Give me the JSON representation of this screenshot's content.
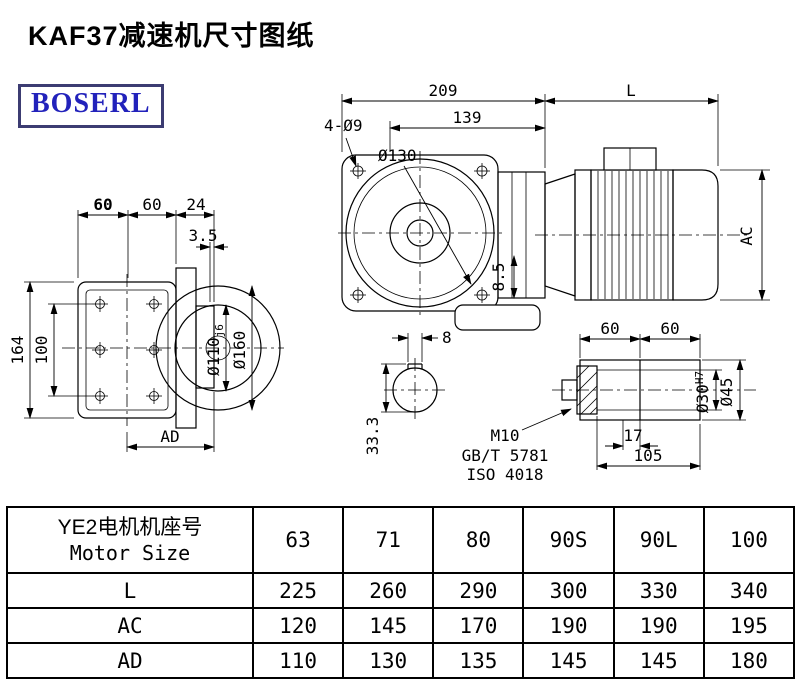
{
  "page": {
    "title": "KAF37减速机尺寸图纸",
    "brand": "BOSERL"
  },
  "colors": {
    "brand_text": "#2222bb",
    "brand_border": "#3c3c72",
    "line": "#000000"
  },
  "front_view": {
    "dim_total_length": "209",
    "dim_flange_to_motor": "139",
    "dim_motor_length": "L",
    "dim_motor_diameter": "AC",
    "label_bolt_holes": "4-Ø9",
    "label_bolt_circle": "Ø130",
    "dim_foot": "8.5"
  },
  "side_view": {
    "dim_top_left": "60",
    "dim_top_mid": "60",
    "dim_top_right": "24",
    "dim_lip": "3.5",
    "dim_height": "164",
    "dim_hole_spacing": "100",
    "dim_ad": "AD",
    "label_spigot": "Ø110",
    "label_spigot_tol": "j6",
    "label_flange_od": "Ø160"
  },
  "shaft_section": {
    "dim_keyway_width": "8",
    "dim_keyway_depth": "33.3"
  },
  "shaft_detail": {
    "dim_len_a": "60",
    "dim_len_b": "60",
    "dim_bolt_depth": "17",
    "dim_shaft_length": "105",
    "label_thread": "M10",
    "label_std_gb": "GB/T 5781",
    "label_std_iso": "ISO 4018",
    "label_bore": "Ø30",
    "label_bore_tol": "H7",
    "label_od": "Ø45"
  },
  "table": {
    "header_cn": "YE2电机机座号",
    "header_en": "Motor Size",
    "columns": [
      "63",
      "71",
      "80",
      "90S",
      "90L",
      "100"
    ],
    "rows": [
      {
        "label": "L",
        "values": [
          "225",
          "260",
          "290",
          "300",
          "330",
          "340"
        ]
      },
      {
        "label": "AC",
        "values": [
          "120",
          "145",
          "170",
          "190",
          "190",
          "195"
        ]
      },
      {
        "label": "AD",
        "values": [
          "110",
          "130",
          "135",
          "145",
          "145",
          "180"
        ]
      }
    ]
  }
}
